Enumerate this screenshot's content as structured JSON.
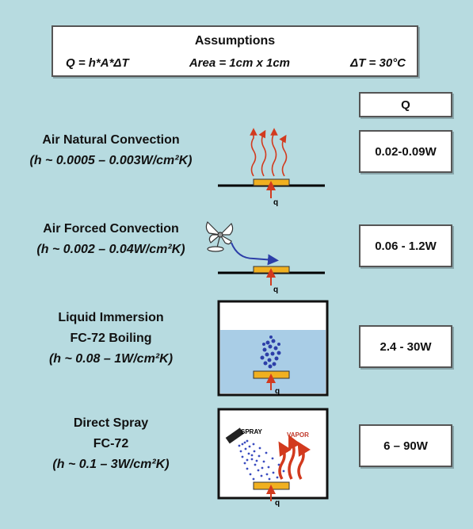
{
  "assumptions": {
    "title": "Assumptions",
    "formula": "Q = h*A*ΔT",
    "area": "Area = 1cm x 1cm",
    "delta_t": "ΔT = 30°C"
  },
  "q_header": "Q",
  "rows": [
    {
      "name": "Air Natural Convection",
      "h_range": "(h ~ 0.0005 – 0.003W/cm²K)",
      "q": "0.02-0.09W"
    },
    {
      "name": "Air Forced Convection",
      "h_range": "(h ~ 0.002 – 0.04W/cm²K)",
      "q": "0.06 - 1.2W"
    },
    {
      "name": "Liquid Immersion",
      "name2": "FC-72 Boiling",
      "h_range": "(h ~ 0.08 – 1W/cm²K)",
      "q": "2.4 - 30W"
    },
    {
      "name": "Direct Spray",
      "name2": "FC-72",
      "h_range": "(h ~ 0.1 – 3W/cm²K)",
      "q": "6 – 90W"
    }
  ],
  "diagram_labels": {
    "heat_flux": "q",
    "spray": "SPRAY",
    "vapor": "VAPOR"
  },
  "colors": {
    "background": "#b7dbe0",
    "chip": "#f0b020",
    "arrow_red": "#d23a1e",
    "water": "#a9cde6",
    "blue_flow": "#2c3ea8"
  }
}
